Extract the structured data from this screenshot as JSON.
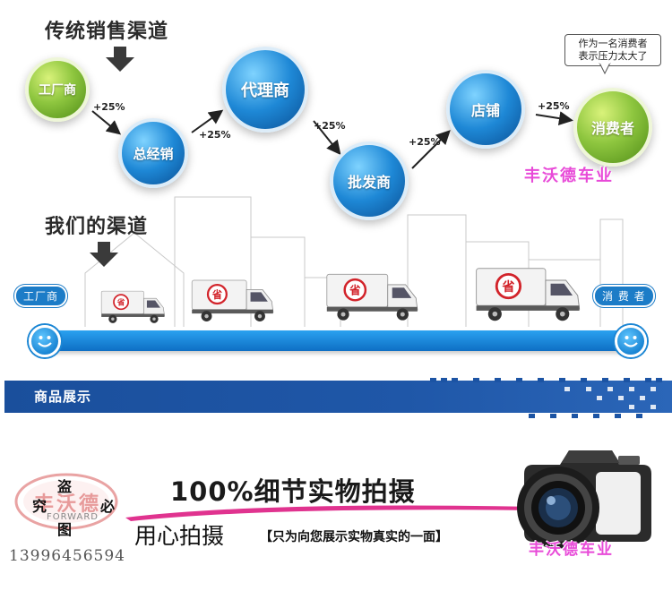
{
  "headings": {
    "traditional": "传统销售渠道",
    "ours": "我们的渠道"
  },
  "traditional_chain": {
    "nodes": [
      {
        "label": "工厂商",
        "color": "green"
      },
      {
        "label": "总经销",
        "color": "blue"
      },
      {
        "label": "代理商",
        "color": "blue"
      },
      {
        "label": "批发商",
        "color": "blue"
      },
      {
        "label": "店铺",
        "color": "blue"
      },
      {
        "label": "消费者",
        "color": "green"
      }
    ],
    "markups": [
      "+25%",
      "+25%",
      "+25%",
      "+25%",
      "+25%"
    ],
    "consumer_bubble": [
      "作为一名消费者",
      "表示压力太大了"
    ]
  },
  "our_channel": {
    "start_label": "工厂商",
    "end_label": "消 费 者",
    "truck_emblem": "省"
  },
  "watermark": "丰沃德车业",
  "banner": {
    "title": "商品展示"
  },
  "detail": {
    "headline": "100%细节实物拍摄",
    "subline": "用心拍摄",
    "note": "【只为向您展示实物真实的一面】"
  },
  "seal": {
    "chars": [
      "盗",
      "必",
      "究",
      "图"
    ],
    "brand_cn": "丰沃德",
    "brand_en": "FORWARD"
  },
  "phone": "13996456594",
  "colors": {
    "blue": "#1e88d6",
    "green": "#8ec63f",
    "banner": "#1f57a8",
    "watermark": "#e84ad8",
    "emblem": "#d2232a"
  }
}
